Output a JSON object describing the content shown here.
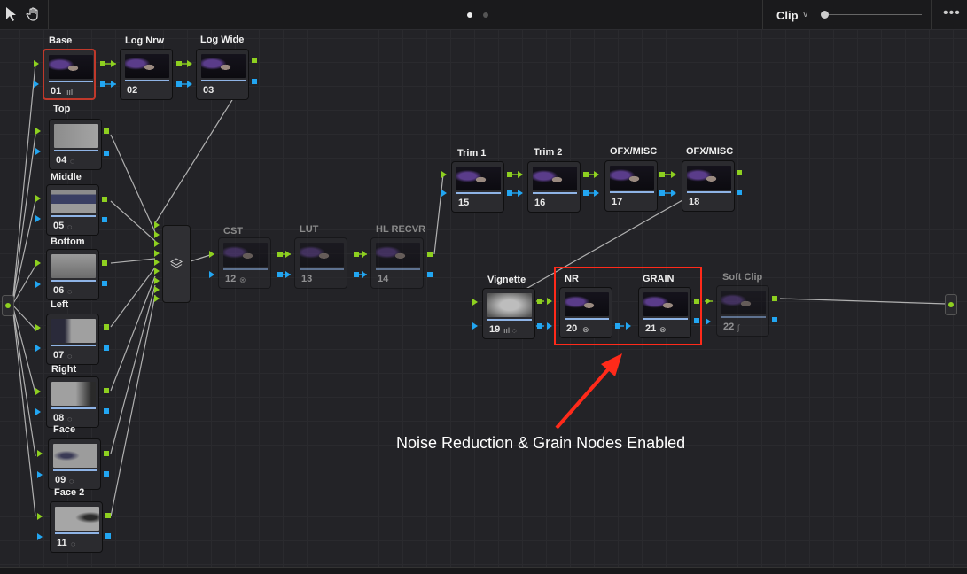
{
  "toolbar": {
    "mode": "Clip",
    "dropdown": "v"
  },
  "nodes": [
    {
      "label": "Base",
      "num": "01",
      "badge": "ııl",
      "selected": true
    },
    {
      "label": "Log Nrw",
      "num": "02"
    },
    {
      "label": "Log Wide",
      "num": "03"
    },
    {
      "label": "Top",
      "num": "04",
      "badge": "◌"
    },
    {
      "label": "Middle",
      "num": "05",
      "badge": "◌"
    },
    {
      "label": "Bottom",
      "num": "06",
      "badge": "◌"
    },
    {
      "label": "Left",
      "num": "07",
      "badge": "◌"
    },
    {
      "label": "Right",
      "num": "08",
      "badge": "◌"
    },
    {
      "label": "Face",
      "num": "09",
      "badge": "◌"
    },
    {
      "label": "Face 2",
      "num": "11",
      "badge": "◌"
    },
    {
      "label": "CST",
      "num": "12",
      "badge": "⊗"
    },
    {
      "label": "LUT",
      "num": "13"
    },
    {
      "label": "HL RECVR",
      "num": "14"
    },
    {
      "label": "Trim 1",
      "num": "15"
    },
    {
      "label": "Trim 2",
      "num": "16"
    },
    {
      "label": "OFX/MISC",
      "num": "17"
    },
    {
      "label": "OFX/MISC",
      "num": "18"
    },
    {
      "label": "Vignette",
      "num": "19",
      "badge": "ııl ◌"
    },
    {
      "label": "NR",
      "num": "20",
      "badge": "⊗"
    },
    {
      "label": "GRAIN",
      "num": "21",
      "badge": "⊗"
    },
    {
      "label": "Soft Clip",
      "num": "22",
      "badge": "∫"
    }
  ],
  "annotation": "Noise Reduction & Grain Nodes Enabled",
  "colors": {
    "accent_green": "#8ed020",
    "accent_blue": "#22a6f2",
    "highlight": "#ff2a1a"
  }
}
